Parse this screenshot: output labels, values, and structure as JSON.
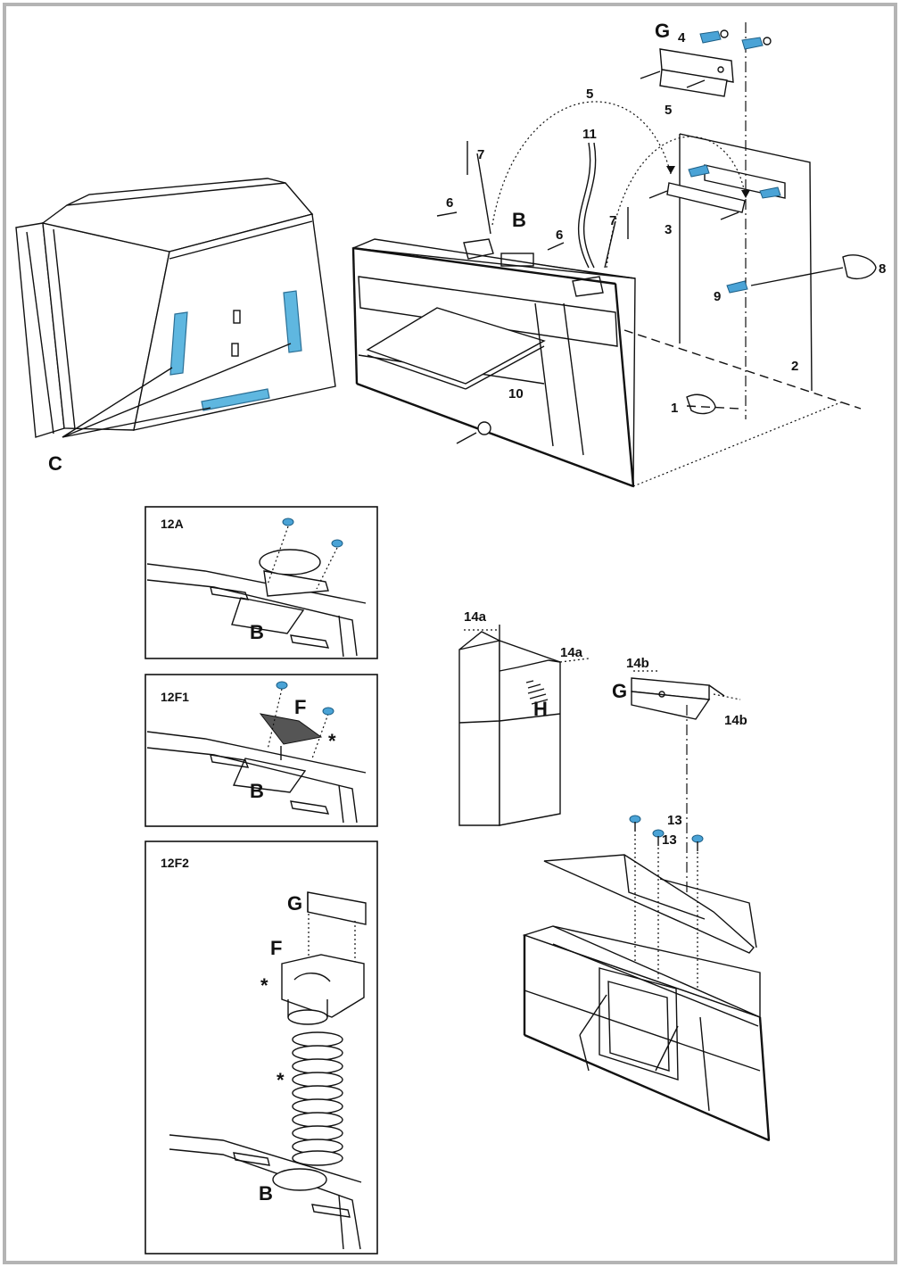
{
  "labels": {
    "c": "C",
    "b": "B",
    "g": "G",
    "f": "F",
    "h": "H",
    "star": "*",
    "n1": "1",
    "n2": "2",
    "n3": "3",
    "n4": "4",
    "n5": "5",
    "n6": "6",
    "n7": "7",
    "n8": "8",
    "n9": "9",
    "n10": "10",
    "n11": "11",
    "n13": "13",
    "n14a": "14a",
    "n14b": "14b"
  },
  "panels": {
    "p12a": "12A",
    "p12f1": "12F1",
    "p12f2": "12F2"
  },
  "colors": {
    "highlight": "#5fb7e0",
    "screw": "#4aa3d6",
    "frame": "#b4b4b4"
  }
}
